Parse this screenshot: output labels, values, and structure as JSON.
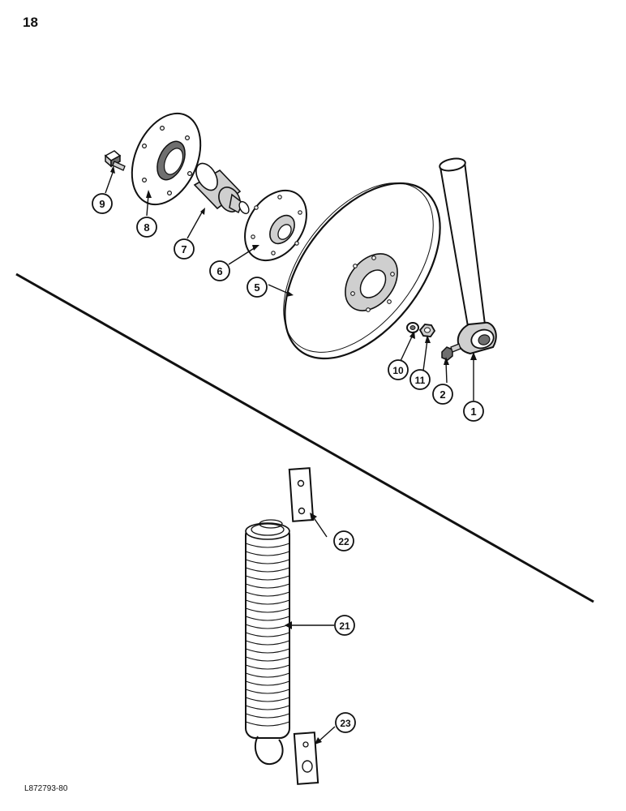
{
  "page": {
    "number": "18",
    "ref_code": "L872793-80"
  },
  "colors": {
    "ink": "#111111",
    "paper": "#ffffff",
    "shade": "#cfcfcf",
    "dark_shade": "#6f6f6f"
  },
  "callouts": [
    {
      "id": "1",
      "label": "1",
      "part": "disc-arm"
    },
    {
      "id": "2",
      "label": "2",
      "part": "set-screw"
    },
    {
      "id": "5",
      "label": "5",
      "part": "disc-blade"
    },
    {
      "id": "6",
      "label": "6",
      "part": "hub-flange"
    },
    {
      "id": "7",
      "label": "7",
      "part": "spindle"
    },
    {
      "id": "8",
      "label": "8",
      "part": "bearing-housing"
    },
    {
      "id": "9",
      "label": "9",
      "part": "bolt"
    },
    {
      "id": "10",
      "label": "10",
      "part": "lock-washer"
    },
    {
      "id": "11",
      "label": "11",
      "part": "hex-nut"
    },
    {
      "id": "21",
      "label": "21",
      "part": "spring"
    },
    {
      "id": "22",
      "label": "22",
      "part": "upper-plate"
    },
    {
      "id": "23",
      "label": "23",
      "part": "lower-plate"
    }
  ]
}
